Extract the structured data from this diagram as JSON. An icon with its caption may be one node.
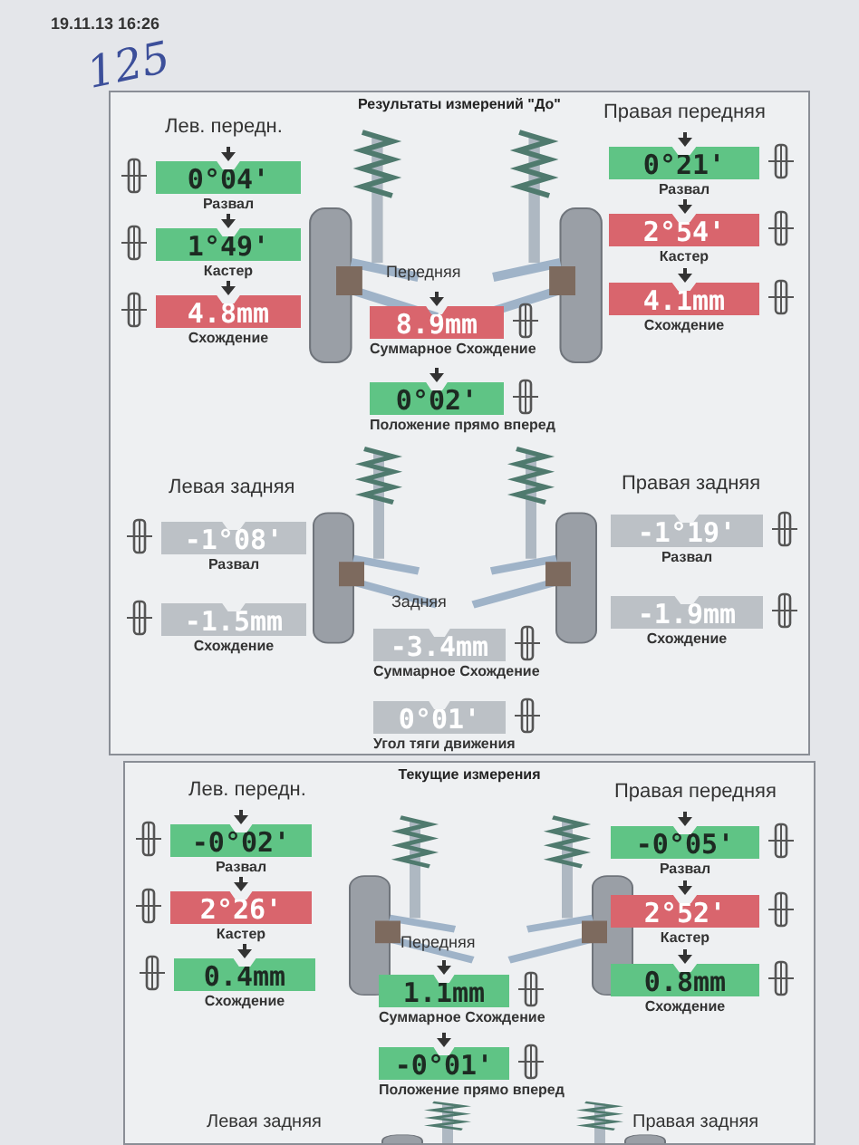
{
  "diagram": {
    "nodes": [
      {
        "text": [
          "Результаты измерений \"До\""
        ]
      },
      {
        "text": [
          "0°04'"
        ],
        "beside": [
          "Развал"
        ],
        "in": 0
      },
      {
        "text": [
          "1°49'"
        ],
        "beside": [
          "Кастер"
        ],
        "in": 0
      },
      {
        "text": [
          "4.8mm"
        ],
        "beside": [
          "Схождение"
        ],
        "in": 0
      },
      {
        "text": [
          "0°21'"
        ],
        "beside": [
          "Развал"
        ],
        "in": 0
      },
      {
        "text": [
          "2°54'"
        ],
        "beside": [
          "Кастер"
        ],
        "in": 0
      },
      {
        "text": [
          "4.1mm"
        ],
        "beside": [
          "Схождение"
        ],
        "in": 0
      },
      {
        "text": [
          "8.9mm"
        ],
        "beside": [
          "Суммарное Схождение"
        ],
        "in": 0
      },
      {
        "text": [
          "0°02'"
        ],
        "beside": [
          "Положение прямо вперед"
        ],
        "in": 0
      },
      {
        "text": [
          "-1°08'"
        ],
        "beside": [
          "Развал"
        ],
        "in": 0
      },
      {
        "text": [
          "-1.5mm"
        ],
        "beside": [
          "Схождение"
        ],
        "in": 0
      },
      {
        "text": [
          "-1°19'"
        ],
        "beside": [
          "Развал"
        ],
        "in": 0
      },
      {
        "text": [
          "-1.9mm"
        ],
        "beside": [
          "Схождение"
        ],
        "in": 0
      },
      {
        "text": [
          "-3.4mm"
        ],
        "beside": [
          "Суммарное Схождение"
        ],
        "in": 0
      },
      {
        "text": [
          "0°01'"
        ],
        "beside": [
          "Угол тяги движения"
        ],
        "in": 0
      },
      {
        "text": [
          "Текущие измерения"
        ]
      },
      {
        "text": [
          "-0°02'"
        ],
        "beside": [
          "Развал"
        ],
        "in": 15
      },
      {
        "text": [
          "2°26'"
        ],
        "beside": [
          "Кастер"
        ],
        "in": 15
      },
      {
        "text": [
          "0.4mm"
        ],
        "beside": [
          "Схождение"
        ],
        "in": 15
      },
      {
        "text": [
          "-0°05'"
        ],
        "beside": [
          "Развал"
        ],
        "in": 15
      },
      {
        "text": [
          "2°52'"
        ],
        "beside": [
          "Кастер"
        ],
        "in": 15
      },
      {
        "text": [
          "0.8mm"
        ],
        "beside": [
          "Схождение"
        ],
        "in": 15
      },
      {
        "text": [
          "1.1mm"
        ],
        "beside": [
          "Суммарное Схождение"
        ],
        "in": 15
      },
      {
        "text": [
          "-0°01'"
        ],
        "beside": [
          "Положение прямо вперед"
        ],
        "in": 15
      }
    ],
    "edges": [],
    "labels": [
      "19.11.13 16:26",
      "125",
      "Лев. передн.",
      "Правая передняя",
      "Передняя",
      "Левая задняя",
      "Правая задняя",
      "Задняя",
      "Лев. передн.",
      "Правая передняя",
      "Передняя",
      "Левая задняя",
      "Правая задняя"
    ]
  }
}
